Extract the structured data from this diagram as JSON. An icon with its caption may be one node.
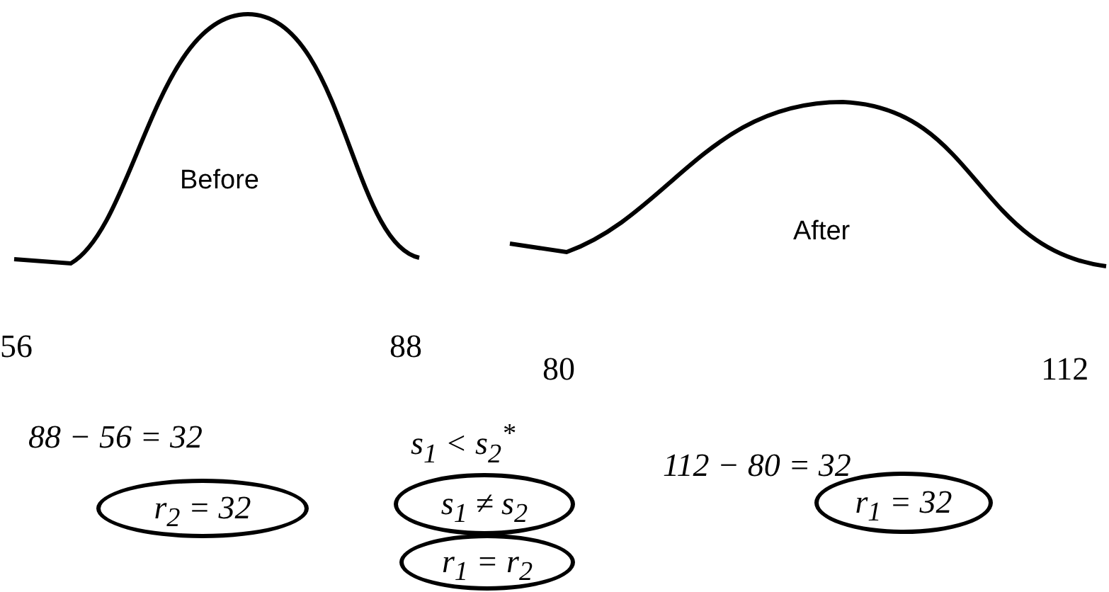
{
  "diagram": {
    "nodes": [
      {
        "text": [
          "r$_{2}$ = 32"
        ]
      },
      {
        "text": [
          "s$_{1}$ ≠ s$_{2}$"
        ]
      },
      {
        "text": [
          "r$_{1}$ = 32"
        ]
      },
      {
        "text": [
          "r$_{1}$ = r$_{2}$"
        ]
      }
    ],
    "edges": [],
    "labels": [
      "Before",
      "After",
      "56",
      "88",
      "80",
      "112",
      "88 − 56 = 32",
      "s$_{1}$ < s$_{2}$$^{*}$",
      "112 − 80 = 32"
    ]
  }
}
